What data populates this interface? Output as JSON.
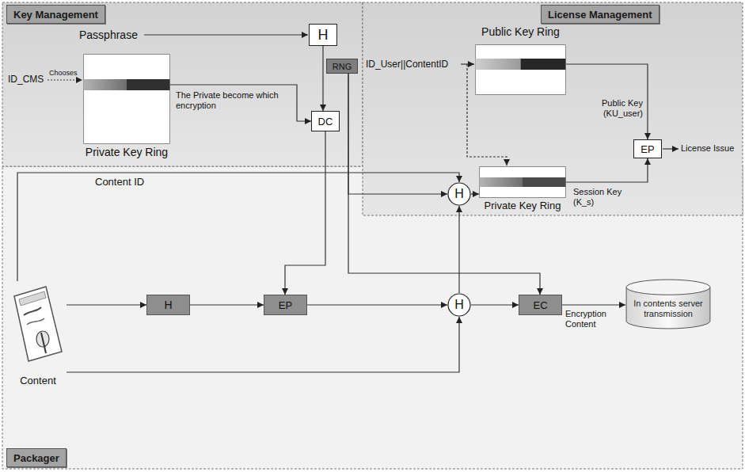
{
  "diagram": {
    "nodes": [
      {
        "text": [
          "Key Management"
        ]
      },
      {
        "text": [
          "H"
        ],
        "in": 0
      },
      {
        "text": [
          "Private Key Ring"
        ],
        "in": 0
      },
      {
        "text": [
          "DC"
        ],
        "in": 0
      },
      {
        "text": [
          "RNG"
        ],
        "in": 0
      },
      {
        "text": [
          "License Management"
        ]
      },
      {
        "text": [
          "Public Key Ring"
        ],
        "in": 5
      },
      {
        "text": [
          "H"
        ],
        "in": 5
      },
      {
        "text": [
          "Private Key Ring"
        ],
        "in": 5
      },
      {
        "text": [
          "EP"
        ],
        "in": 5
      },
      {
        "text": [
          "Packager"
        ]
      },
      {
        "text": [
          "Content"
        ],
        "in": 10
      },
      {
        "text": [
          "H"
        ],
        "in": 10
      },
      {
        "text": [
          "EP"
        ],
        "in": 10
      },
      {
        "text": [
          "H"
        ],
        "in": 10
      },
      {
        "text": [
          "EC"
        ],
        "in": 10
      },
      {
        "text": [
          "In contents server transmission"
        ],
        "in": 10
      }
    ],
    "edges": [
      {
        "from": 2,
        "to": 3,
        "arrow": "to",
        "label": "The Private become which encryption"
      },
      {
        "from": 1,
        "to": 3,
        "arrow": "to"
      },
      {
        "from": 4,
        "to": 7,
        "arrow": "to"
      },
      {
        "from": 4,
        "to": 15,
        "arrow": "to"
      },
      {
        "from": 3,
        "to": 13,
        "arrow": "to"
      },
      {
        "from": 7,
        "to": 8,
        "arrow": "to"
      },
      {
        "from": 6,
        "to": 9,
        "arrow": "to",
        "label": "Public Key (KU_user)"
      },
      {
        "from": 8,
        "to": 9,
        "arrow": "to",
        "label": "Session Key (K_s)"
      },
      {
        "from": 11,
        "to": 12,
        "arrow": "to"
      },
      {
        "from": 12,
        "to": 13,
        "arrow": "to"
      },
      {
        "from": 13,
        "to": 14,
        "arrow": "to"
      },
      {
        "from": 11,
        "to": 14,
        "arrow": "to"
      },
      {
        "from": 14,
        "to": 7,
        "arrow": "to"
      },
      {
        "from": 14,
        "to": 15,
        "arrow": "to"
      },
      {
        "from": 15,
        "to": 16,
        "arrow": "to",
        "label": "Encryption Content"
      },
      {
        "from": 11,
        "to": 7,
        "arrow": "to",
        "label": "Content ID"
      }
    ],
    "labels": [
      "Passphrase",
      "ID_CMS",
      "Chooses",
      "ID_User||ContentID",
      "License Issue"
    ]
  }
}
